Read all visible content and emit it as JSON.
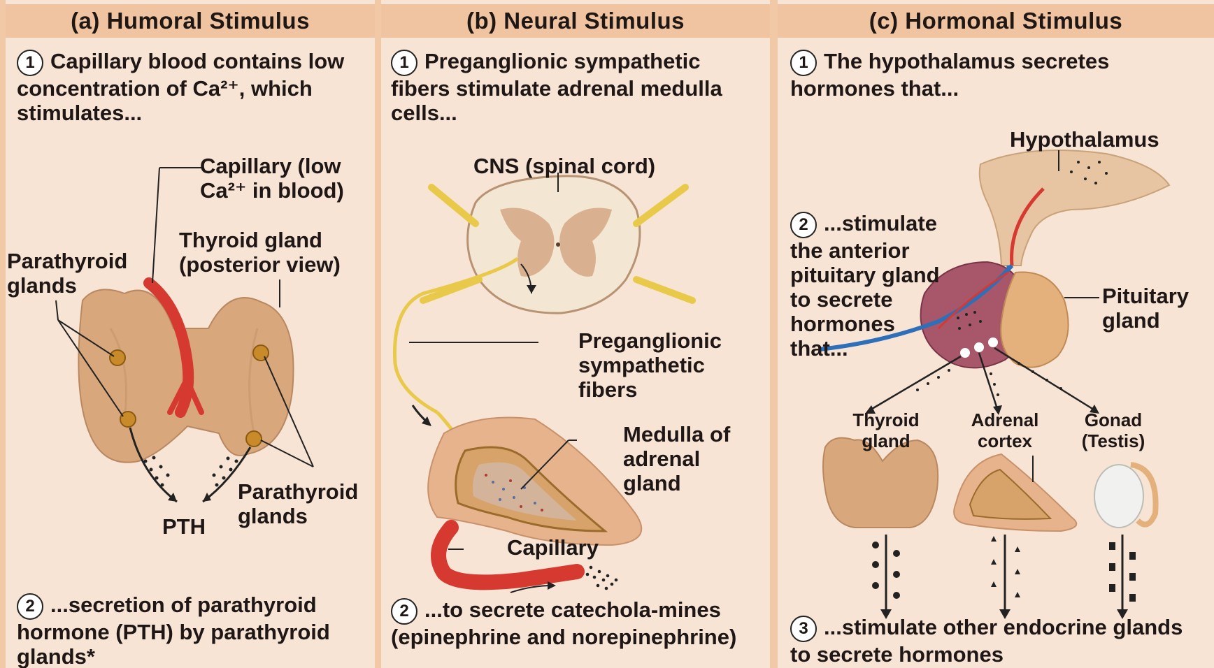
{
  "panels": {
    "a": {
      "title": "(a) Humoral Stimulus",
      "step1": {
        "num": "1",
        "text": "Capillary blood contains low concentration of Ca²⁺, which stimulates..."
      },
      "step2": {
        "num": "2",
        "text": "...secretion of parathyroid hormone (PTH) by parathyroid glands*"
      },
      "labels": {
        "capillary_1": "Capillary (low",
        "capillary_2": "Ca²⁺ in blood)",
        "thyroid_1": "Thyroid gland",
        "thyroid_2": "(posterior view)",
        "parathyroid_left_1": "Parathyroid",
        "parathyroid_left_2": "glands",
        "parathyroid_right_1": "Parathyroid",
        "parathyroid_right_2": "glands",
        "pth": "PTH"
      }
    },
    "b": {
      "title": "(b) Neural Stimulus",
      "step1": {
        "num": "1",
        "text": "Preganglionic sympathetic fibers stimulate adrenal medulla cells..."
      },
      "step2": {
        "num": "2",
        "text": "...to secrete catechola-mines (epinephrine and norepinephrine)"
      },
      "labels": {
        "cns": "CNS (spinal cord)",
        "pregang_1": "Preganglionic",
        "pregang_2": "sympathetic",
        "pregang_3": "fibers",
        "medulla_1": "Medulla of",
        "medulla_2": "adrenal",
        "medulla_3": "gland",
        "capillary": "Capillary"
      }
    },
    "c": {
      "title": "(c) Hormonal Stimulus",
      "step1": {
        "num": "1",
        "text": "The hypothalamus secretes hormones that..."
      },
      "step2": {
        "num": "2",
        "line1": "...stimulate",
        "line2": "the anterior",
        "line3": "pituitary gland",
        "line4": "to secrete",
        "line5": "hormones",
        "line6": "that..."
      },
      "step3": {
        "num": "3",
        "text": "...stimulate other endocrine glands to secrete hormones"
      },
      "labels": {
        "hypothalamus": "Hypothalamus",
        "pituitary_1": "Pituitary",
        "pituitary_2": "gland",
        "thyroid_1": "Thyroid",
        "thyroid_2": "gland",
        "adrenal_1": "Adrenal",
        "adrenal_2": "cortex",
        "gonad_1": "Gonad",
        "gonad_2": "(Testis)"
      }
    }
  },
  "colors": {
    "background": "#f7e4d4",
    "title_bar": "#f0c3a1",
    "gland_tan": "#d8a77c",
    "capillary_red": "#d6392f",
    "nerve_yellow": "#e8c94a"
  }
}
